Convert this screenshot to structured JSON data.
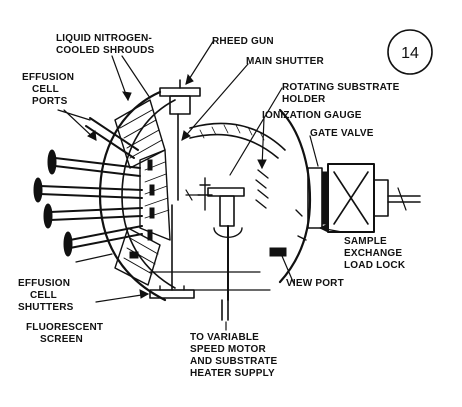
{
  "page_number": "14",
  "labels": {
    "liquid_nitrogen_1": "LIQUID NITROGEN-",
    "liquid_nitrogen_2": "COOLED SHROUDS",
    "rheed_gun": "RHEED GUN",
    "main_shutter": "MAIN SHUTTER",
    "effusion_ports_1": "EFFUSION",
    "effusion_ports_2": "CELL",
    "effusion_ports_3": "PORTS",
    "rotating_holder_1": "ROTATING SUBSTRATE",
    "rotating_holder_2": "HOLDER",
    "ionization_gauge": "IONIZATION GAUGE",
    "gate_valve": "GATE VALVE",
    "sample_exchange_1": "SAMPLE",
    "sample_exchange_2": "EXCHANGE",
    "sample_exchange_3": "LOAD LOCK",
    "effusion_shutters_1": "EFFUSION",
    "effusion_shutters_2": "CELL",
    "effusion_shutters_3": "SHUTTERS",
    "view_port": "VIEW PORT",
    "fluorescent_1": "FLUORESCENT",
    "fluorescent_2": "SCREEN",
    "supply_1": "TO VARIABLE",
    "supply_2": "SPEED MOTOR",
    "supply_3": "AND SUBSTRATE",
    "supply_4": "HEATER SUPPLY"
  }
}
